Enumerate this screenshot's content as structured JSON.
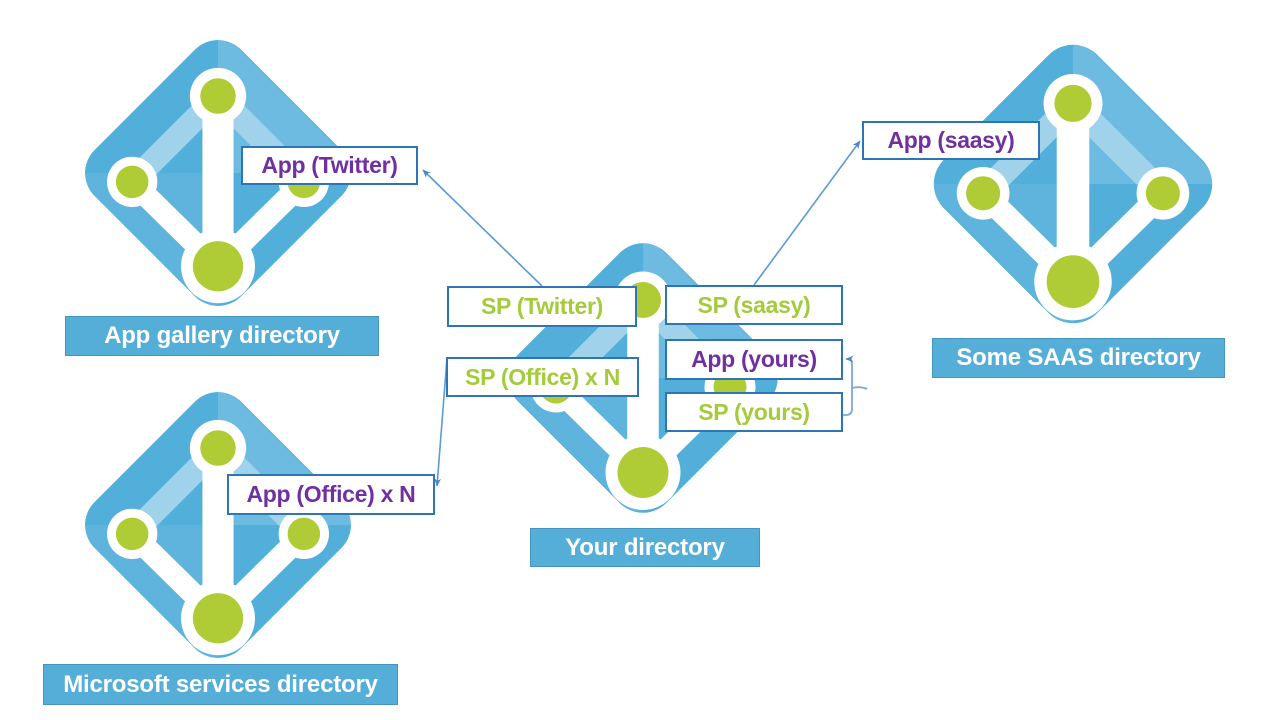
{
  "diagram": {
    "directories": [
      {
        "id": "app-gallery",
        "label": "App gallery directory"
      },
      {
        "id": "microsoft-services",
        "label": "Microsoft services directory"
      },
      {
        "id": "your",
        "label": "Your directory"
      },
      {
        "id": "some-saas",
        "label": "Some SAAS directory"
      }
    ],
    "nodes": [
      {
        "id": "app-twitter",
        "label": "App (Twitter)",
        "type": "app"
      },
      {
        "id": "app-saasy",
        "label": "App (saasy)",
        "type": "app"
      },
      {
        "id": "sp-twitter",
        "label": "SP (Twitter)",
        "type": "sp"
      },
      {
        "id": "sp-saasy",
        "label": "SP (saasy)",
        "type": "sp"
      },
      {
        "id": "sp-office",
        "label": "SP (Office) x N",
        "type": "sp"
      },
      {
        "id": "app-yours",
        "label": "App (yours)",
        "type": "app"
      },
      {
        "id": "sp-yours",
        "label": "SP (yours)",
        "type": "sp"
      },
      {
        "id": "app-office",
        "label": "App (Office) x N",
        "type": "app"
      }
    ],
    "edges": [
      {
        "from": "sp-twitter",
        "to": "app-twitter"
      },
      {
        "from": "sp-saasy",
        "to": "app-saasy"
      },
      {
        "from": "sp-office",
        "to": "app-office"
      },
      {
        "from": "sp-yours",
        "to": "app-yours"
      }
    ],
    "colors": {
      "app_text": "#7030A0",
      "sp_text": "#A4CB3A",
      "box_border": "#2E75B6",
      "bar_fill": "#54AED8",
      "bar_border": "#4795BF",
      "bar_text": "#FFFFFF",
      "arrow_line": "#5B9BD5",
      "arrow_head": "#4A86C8",
      "icon_blue": "#52AFDA",
      "icon_green": "#AFCB35"
    }
  }
}
